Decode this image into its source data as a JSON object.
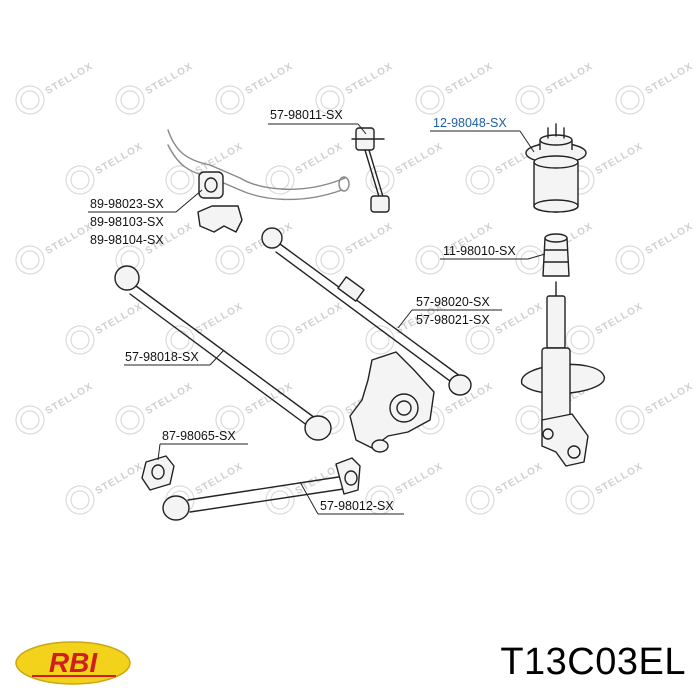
{
  "labels": {
    "stab_link": "57-98011-SX",
    "strut_mount": "12-98048-SX",
    "bushing_a": "89-98023-SX",
    "bushing_b": "89-98103-SX",
    "bushing_c": "89-98104-SX",
    "bump_stop": "11-98010-SX",
    "upper_arm_a": "57-98020-SX",
    "upper_arm_b": "57-98021-SX",
    "lower_arm_long": "57-98018-SX",
    "arm_bushing": "87-98065-SX",
    "lower_arm_rear": "57-98012-SX"
  },
  "highlight_color": "#1f5fa0",
  "watermark_text": "STELLOX",
  "logo": {
    "text": "RBI",
    "fill": "#f2d21a",
    "letter_color": "#d01e1e"
  },
  "part_code": "T13C03EL"
}
